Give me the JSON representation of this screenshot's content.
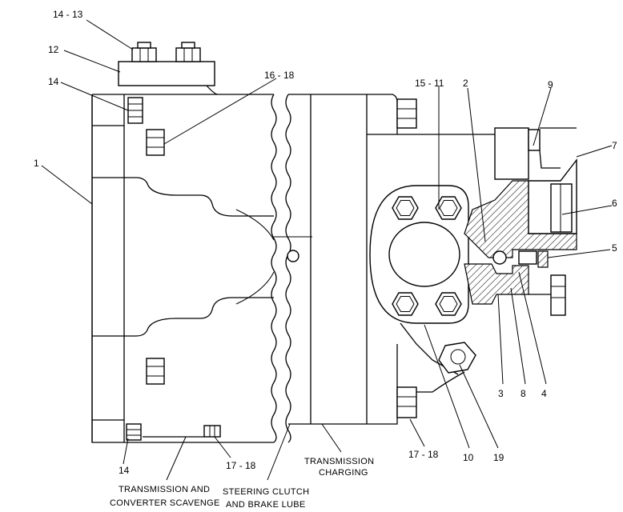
{
  "callouts": [
    {
      "id": "c-14-13",
      "text": "14 - 13"
    },
    {
      "id": "c-12",
      "text": "12"
    },
    {
      "id": "c-14-top",
      "text": "14"
    },
    {
      "id": "c-16-18",
      "text": "16 - 18"
    },
    {
      "id": "c-1",
      "text": "1"
    },
    {
      "id": "c-15-11",
      "text": "15 - 11"
    },
    {
      "id": "c-2",
      "text": "2"
    },
    {
      "id": "c-9",
      "text": "9"
    },
    {
      "id": "c-7",
      "text": "7"
    },
    {
      "id": "c-6",
      "text": "6"
    },
    {
      "id": "c-5",
      "text": "5"
    },
    {
      "id": "c-3",
      "text": "3"
    },
    {
      "id": "c-8",
      "text": "8"
    },
    {
      "id": "c-4",
      "text": "4"
    },
    {
      "id": "c-10",
      "text": "10"
    },
    {
      "id": "c-19",
      "text": "19"
    },
    {
      "id": "c-17-18-right",
      "text": "17 - 18"
    },
    {
      "id": "c-17-18-left",
      "text": "17 - 18"
    },
    {
      "id": "c-14-bottom",
      "text": "14"
    }
  ],
  "captions": {
    "scavenge_line1": "TRANSMISSION AND",
    "scavenge_line2": "CONVERTER SCAVENGE",
    "steering_line1": "STEERING CLUTCH",
    "steering_line2": "AND BRAKE LUBE",
    "charging_line1": "TRANSMISSION",
    "charging_line2": "CHARGING"
  }
}
